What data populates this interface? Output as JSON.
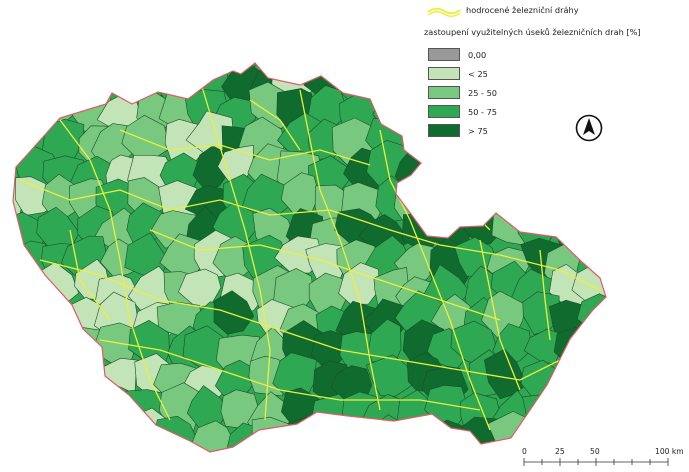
{
  "legend": {
    "railway_label": "hodrocené železniční dráhy",
    "title": "zastoupení využitelných úseků železničních drah [%]",
    "classes": [
      {
        "label": "0,00",
        "color": "#999999"
      },
      {
        "label": "< 25",
        "color": "#c2e4b6"
      },
      {
        "label": "25 - 50",
        "color": "#79c87f"
      },
      {
        "label": "50 - 75",
        "color": "#2ea852"
      },
      {
        "label": "> 75",
        "color": "#0f6b2e"
      }
    ]
  },
  "colors": {
    "railway": "#eaf03c",
    "district_border": "#1f4d2a",
    "country_border": "#e05a6a"
  },
  "north_arrow": {
    "icon": "north-arrow-icon"
  },
  "scale": {
    "labels": [
      "0",
      "25",
      "50",
      "100 km"
    ]
  }
}
